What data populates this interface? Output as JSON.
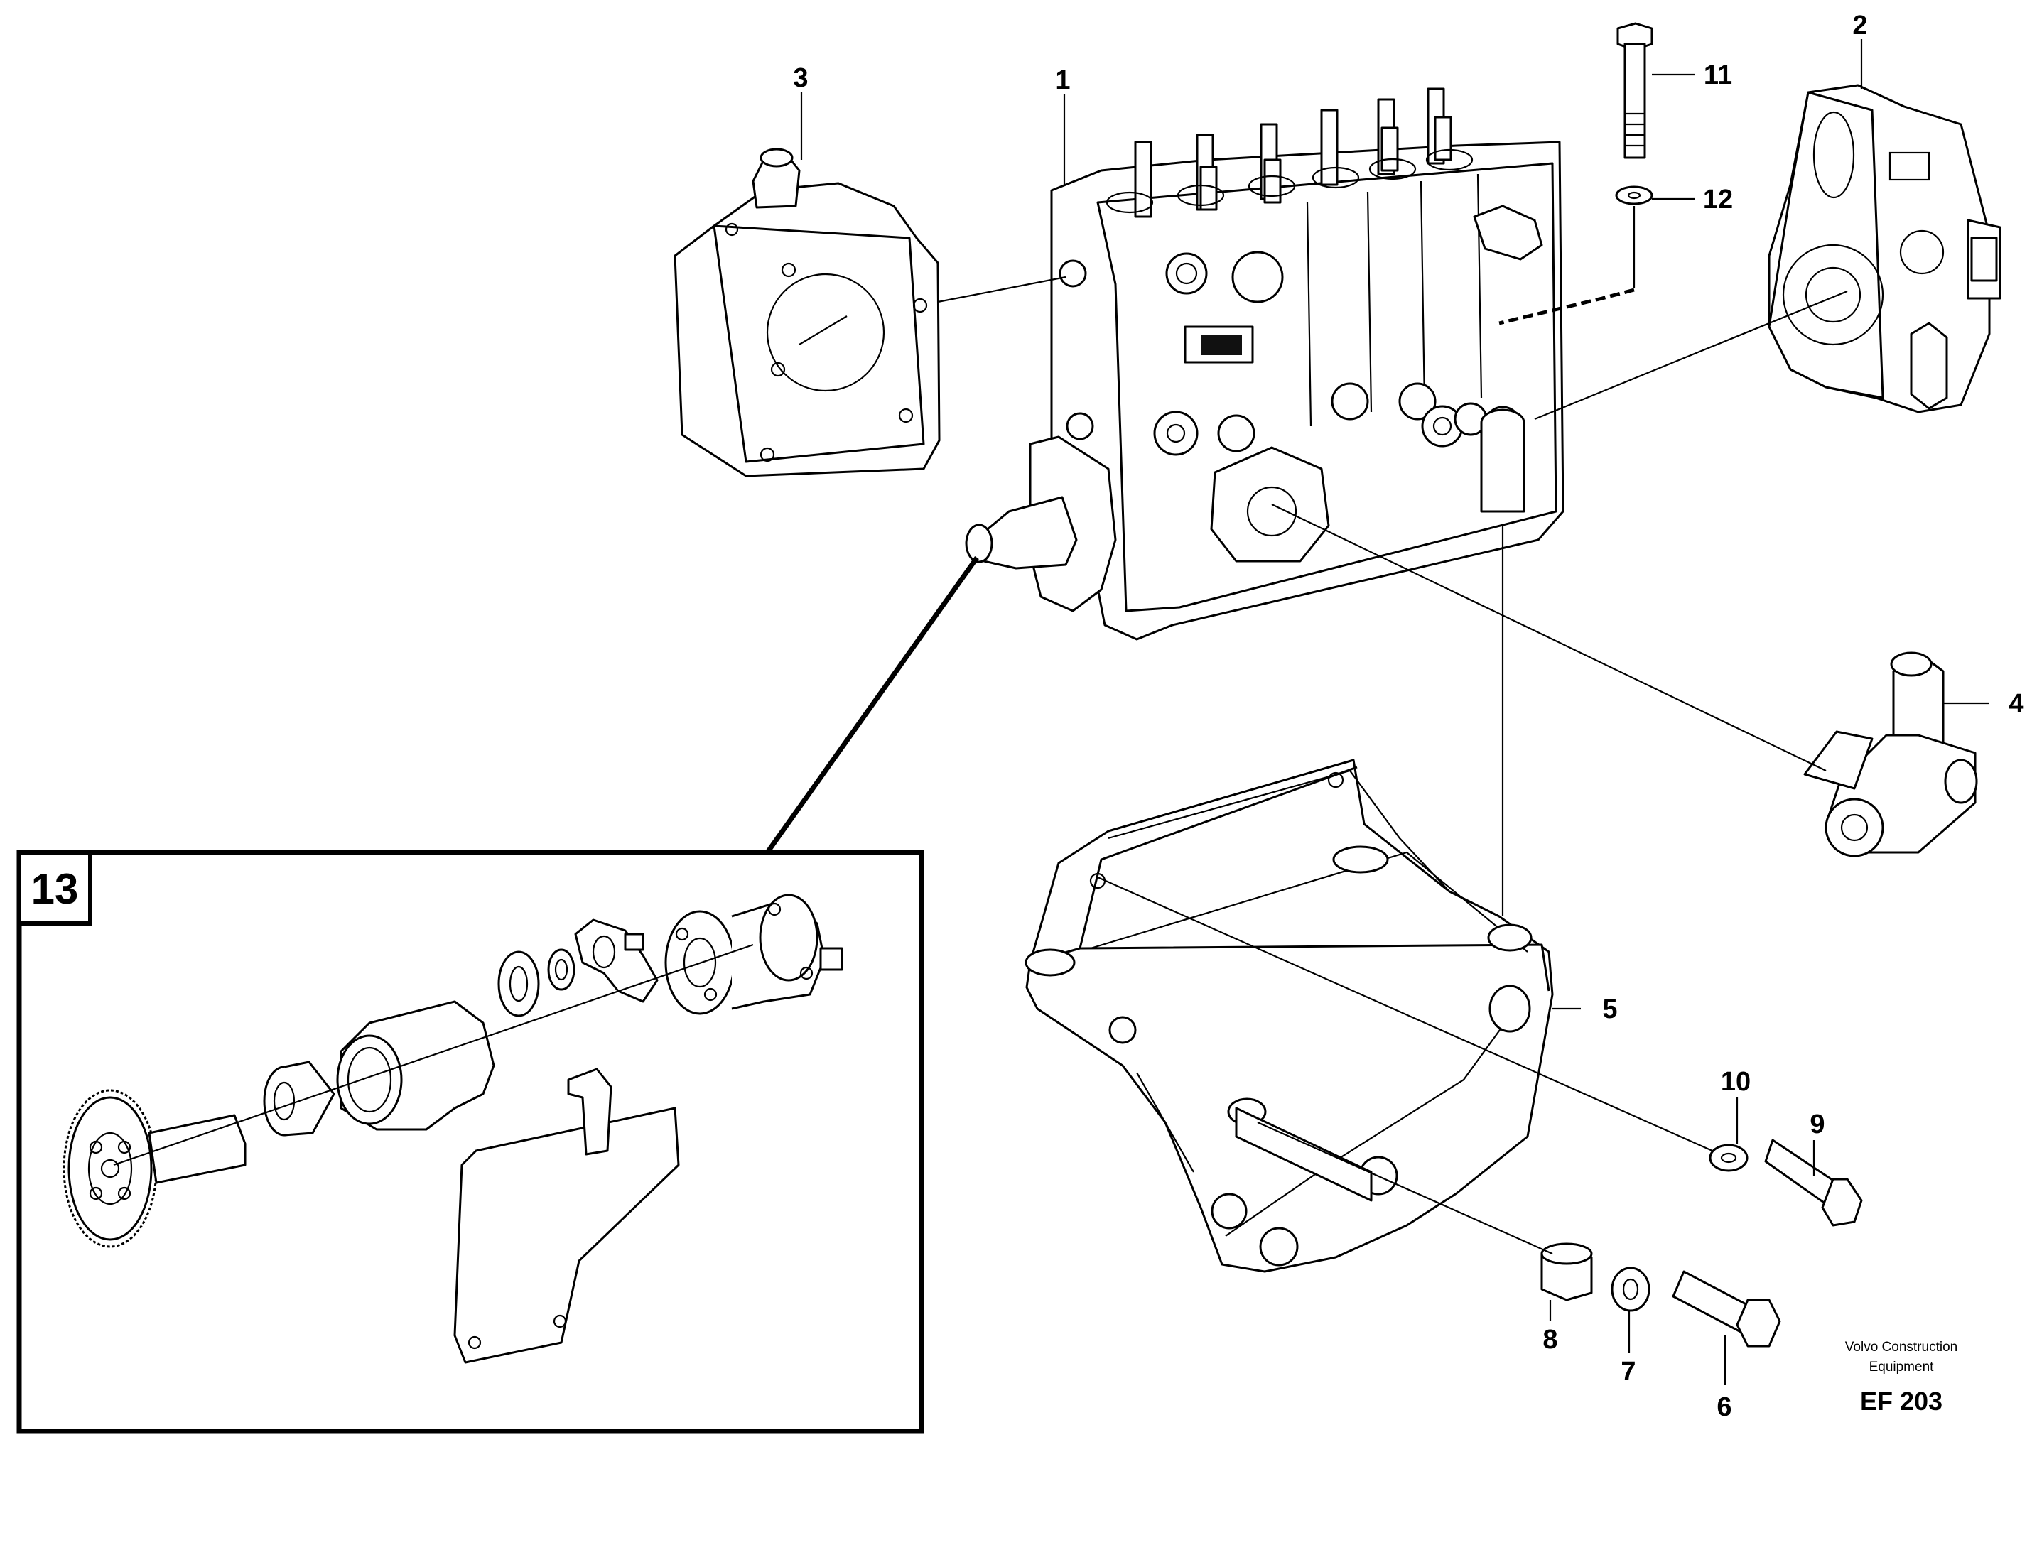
{
  "callouts": {
    "c1": "1",
    "c2": "2",
    "c3": "3",
    "c4": "4",
    "c5": "5",
    "c6": "6",
    "c7": "7",
    "c8": "8",
    "c9": "9",
    "c10": "10",
    "c11": "11",
    "c12": "12"
  },
  "inset": {
    "label": "13"
  },
  "publisher": {
    "line1": "Volvo Construction",
    "line2": "Equipment"
  },
  "figure_code": "EF 203"
}
